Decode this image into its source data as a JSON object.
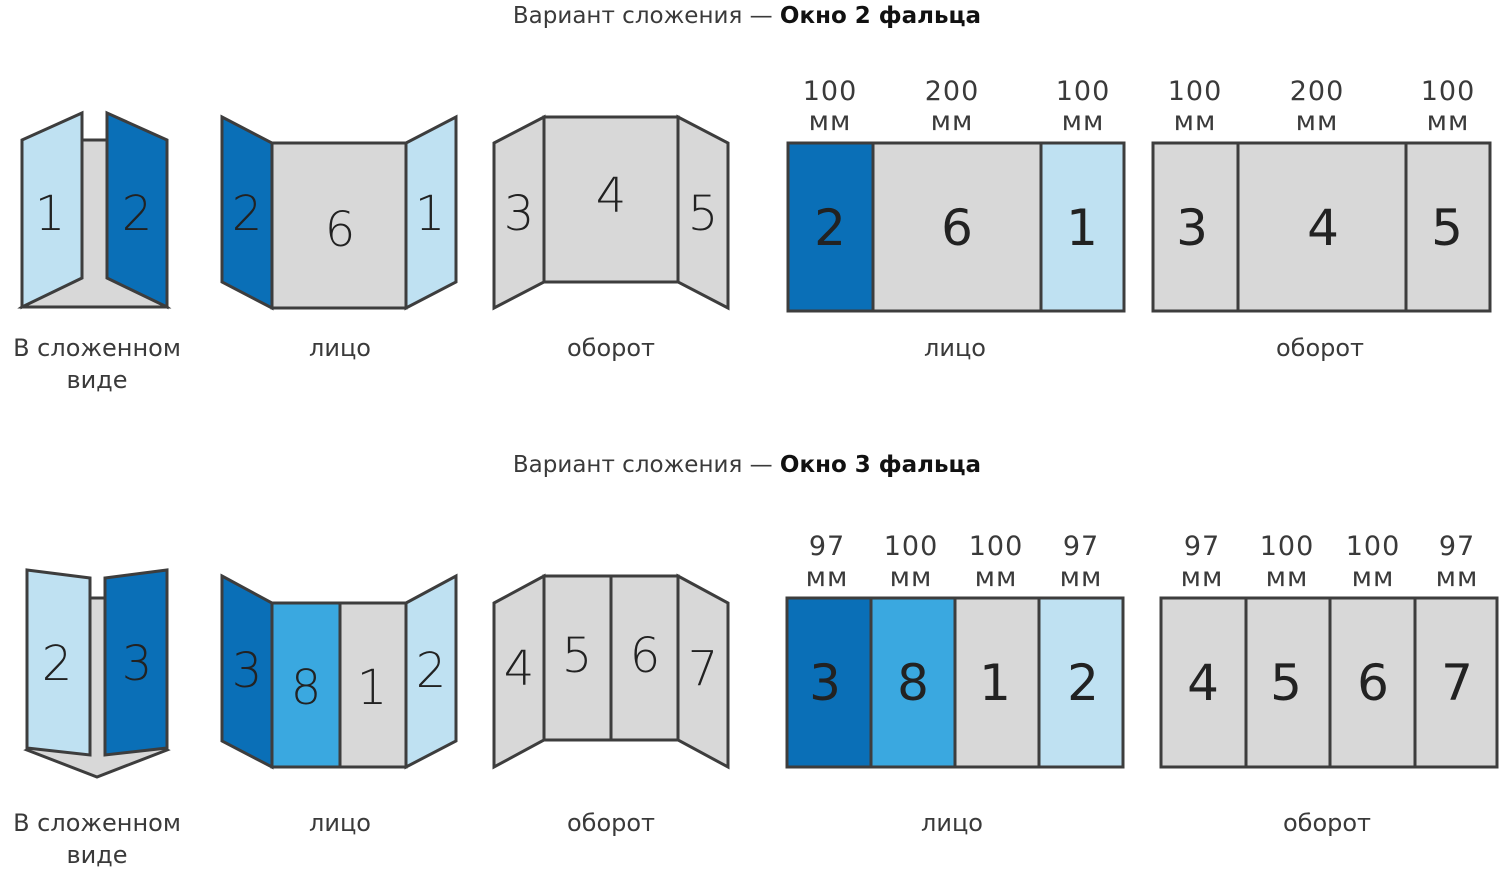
{
  "colors": {
    "dark_blue": "#0a6fb7",
    "mid_blue": "#3aa8e0",
    "light_blue": "#bfe1f2",
    "gray": "#d8d8d8",
    "outline": "#3d3d3d"
  },
  "sections": [
    {
      "title_prefix": "Вариант сложения — ",
      "title_bold": "Окно 2 фальца",
      "captions": {
        "folded": [
          "В сложенном",
          "виде"
        ],
        "front": "лицо",
        "back": "оборот",
        "flat_front": "лицо",
        "flat_back": "оборот"
      },
      "folded_panels": [
        "1",
        "2"
      ],
      "open_front_panels": [
        "2",
        "6",
        "1"
      ],
      "open_back_panels": [
        "3",
        "4",
        "5"
      ],
      "flat_front": {
        "panels": [
          "2",
          "6",
          "1"
        ],
        "widths": [
          "100",
          "200",
          "100"
        ],
        "unit": "мм"
      },
      "flat_back": {
        "panels": [
          "3",
          "4",
          "5"
        ],
        "widths": [
          "100",
          "200",
          "100"
        ],
        "unit": "мм"
      }
    },
    {
      "title_prefix": "Вариант сложения — ",
      "title_bold": "Окно 3 фальца",
      "captions": {
        "folded": [
          "В сложенном",
          "виде"
        ],
        "front": "лицо",
        "back": "оборот",
        "flat_front": "лицо",
        "flat_back": "оборот"
      },
      "folded_panels": [
        "2",
        "3"
      ],
      "open_front_panels": [
        "3",
        "8",
        "1",
        "2"
      ],
      "open_back_panels": [
        "4",
        "5",
        "6",
        "7"
      ],
      "flat_front": {
        "panels": [
          "3",
          "8",
          "1",
          "2"
        ],
        "widths": [
          "97",
          "100",
          "100",
          "97"
        ],
        "unit": "мм"
      },
      "flat_back": {
        "panels": [
          "4",
          "5",
          "6",
          "7"
        ],
        "widths": [
          "97",
          "100",
          "100",
          "97"
        ],
        "unit": "мм"
      }
    }
  ]
}
